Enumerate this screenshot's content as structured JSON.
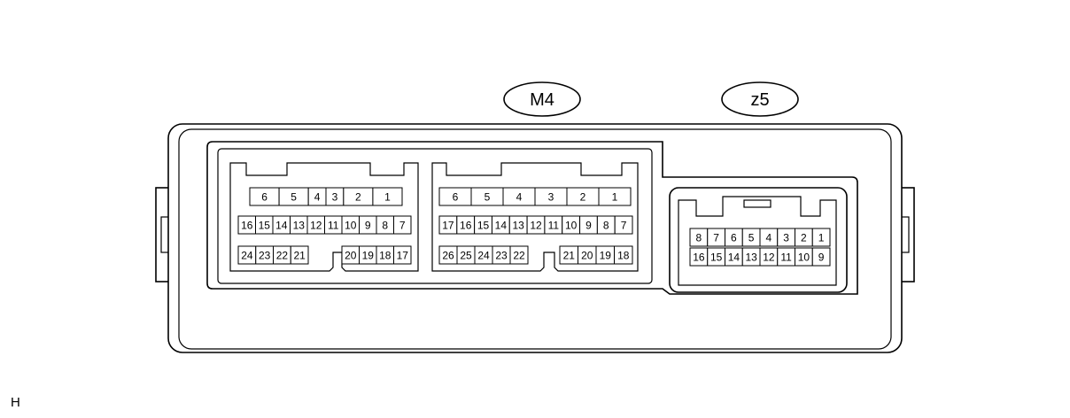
{
  "labels": {
    "m4": "M4",
    "z5": "z5",
    "corner": "H"
  },
  "m4": {
    "left": {
      "row1": [
        "6",
        "5",
        "4",
        "3",
        "2",
        "1"
      ],
      "row2": [
        "16",
        "15",
        "14",
        "13",
        "12",
        "11",
        "10",
        "9",
        "8",
        "7"
      ],
      "row3a": [
        "24",
        "23",
        "22",
        "21"
      ],
      "row3b": [
        "20",
        "19",
        "18",
        "17"
      ]
    },
    "right": {
      "row1": [
        "6",
        "5",
        "4",
        "3",
        "2",
        "1"
      ],
      "row2": [
        "17",
        "16",
        "15",
        "14",
        "13",
        "12",
        "11",
        "10",
        "9",
        "8",
        "7"
      ],
      "row3a": [
        "26",
        "25",
        "24",
        "23",
        "22"
      ],
      "row3b": [
        "21",
        "20",
        "19",
        "18"
      ]
    }
  },
  "z5": {
    "row1": [
      "8",
      "7",
      "6",
      "5",
      "4",
      "3",
      "2",
      "1"
    ],
    "row2": [
      "16",
      "15",
      "14",
      "13",
      "12",
      "11",
      "10",
      "9"
    ]
  }
}
